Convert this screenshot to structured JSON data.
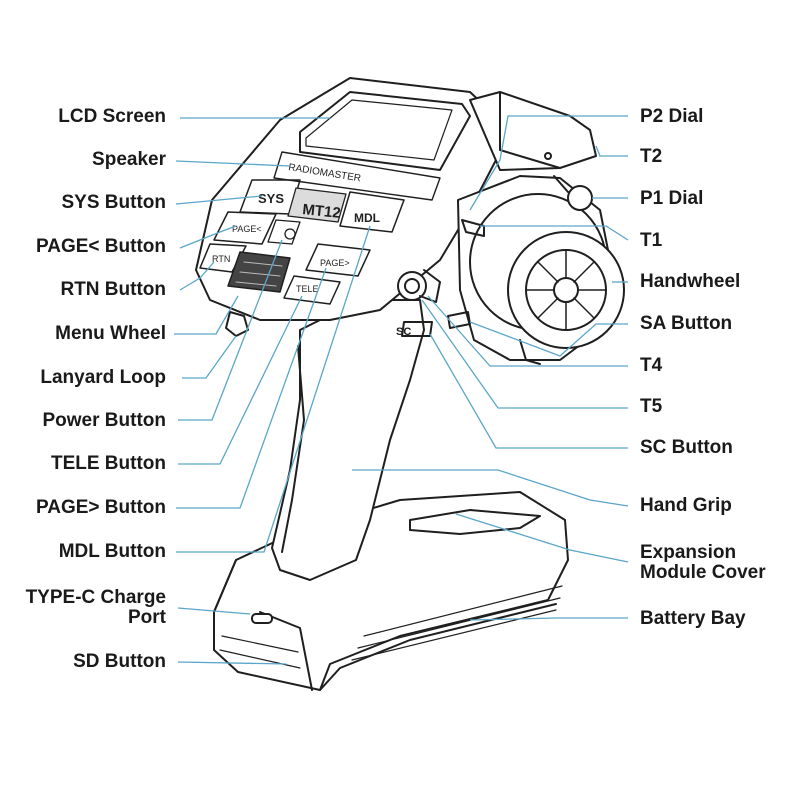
{
  "diagram": {
    "device_screen_text": "MT12",
    "device_brand_text": "RADIOMASTER",
    "device_keys": {
      "sys": "SYS",
      "mdl": "MDL",
      "page_back": "PAGE<",
      "page_fwd": "PAGE>",
      "rtn": "RTN",
      "tele": "TELE",
      "sc": "SC"
    },
    "colors": {
      "leader_line": "#5aa6c9",
      "outline": "#1f1f1f",
      "label_text": "#1a1a1a"
    },
    "left_labels": [
      {
        "id": "lcd-screen",
        "text": "LCD Screen"
      },
      {
        "id": "speaker",
        "text": "Speaker"
      },
      {
        "id": "sys-button",
        "text": "SYS Button"
      },
      {
        "id": "page-back-button",
        "text": "PAGE< Button"
      },
      {
        "id": "rtn-button",
        "text": "RTN Button"
      },
      {
        "id": "menu-wheel",
        "text": "Menu Wheel"
      },
      {
        "id": "lanyard-loop",
        "text": "Lanyard Loop"
      },
      {
        "id": "power-button",
        "text": "Power Button"
      },
      {
        "id": "tele-button",
        "text": "TELE Button"
      },
      {
        "id": "page-fwd-button",
        "text": "PAGE> Button"
      },
      {
        "id": "mdl-button",
        "text": "MDL Button"
      },
      {
        "id": "typec-port",
        "text": "TYPE-C Charge\nPort"
      },
      {
        "id": "sd-button",
        "text": "SD Button"
      }
    ],
    "right_labels": [
      {
        "id": "p2-dial",
        "text": "P2 Dial"
      },
      {
        "id": "t2",
        "text": "T2"
      },
      {
        "id": "p1-dial",
        "text": "P1 Dial"
      },
      {
        "id": "t1",
        "text": "T1"
      },
      {
        "id": "handwheel",
        "text": "Handwheel"
      },
      {
        "id": "sa-button",
        "text": "SA Button"
      },
      {
        "id": "t4",
        "text": "T4"
      },
      {
        "id": "t5",
        "text": "T5"
      },
      {
        "id": "sc-button",
        "text": "SC Button"
      },
      {
        "id": "hand-grip",
        "text": "Hand Grip"
      },
      {
        "id": "expansion-cover",
        "text": "Expansion\nModule Cover"
      },
      {
        "id": "battery-bay",
        "text": "Battery Bay"
      }
    ]
  }
}
